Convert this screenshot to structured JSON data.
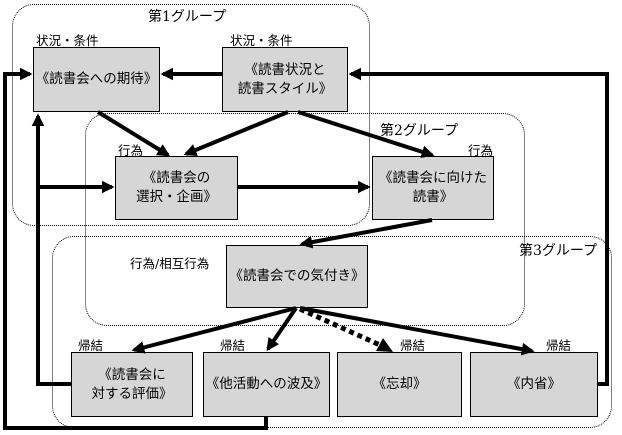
{
  "groups": {
    "g1": "第1グループ",
    "g2": "第2グループ",
    "g3": "第3グループ"
  },
  "tags": {
    "expectation": "状況・条件",
    "reading_status": "状況・条件",
    "selection": "行為",
    "reading": "行為",
    "awareness": "行為/相互行為",
    "evaluation": "帰結",
    "spread": "帰結",
    "forgetting": "帰結",
    "introspection": "帰結"
  },
  "boxes": {
    "expectation": [
      "《読書会への期待》"
    ],
    "reading_status": [
      "《読書状況と",
      "読書スタイル》"
    ],
    "selection": [
      "《読書会の",
      "選択・企画》"
    ],
    "reading": [
      "《読書会に向けた",
      "読書》"
    ],
    "awareness": [
      "《読書会での気付き》"
    ],
    "evaluation": [
      "《読書会に",
      "対する評価》"
    ],
    "spread": [
      "《他活動への波及》"
    ],
    "forgetting": [
      "《忘却》"
    ],
    "introspection": [
      "《内省》"
    ]
  },
  "colors": {
    "box_fill": "#d6d6d6",
    "line": "#000000"
  }
}
